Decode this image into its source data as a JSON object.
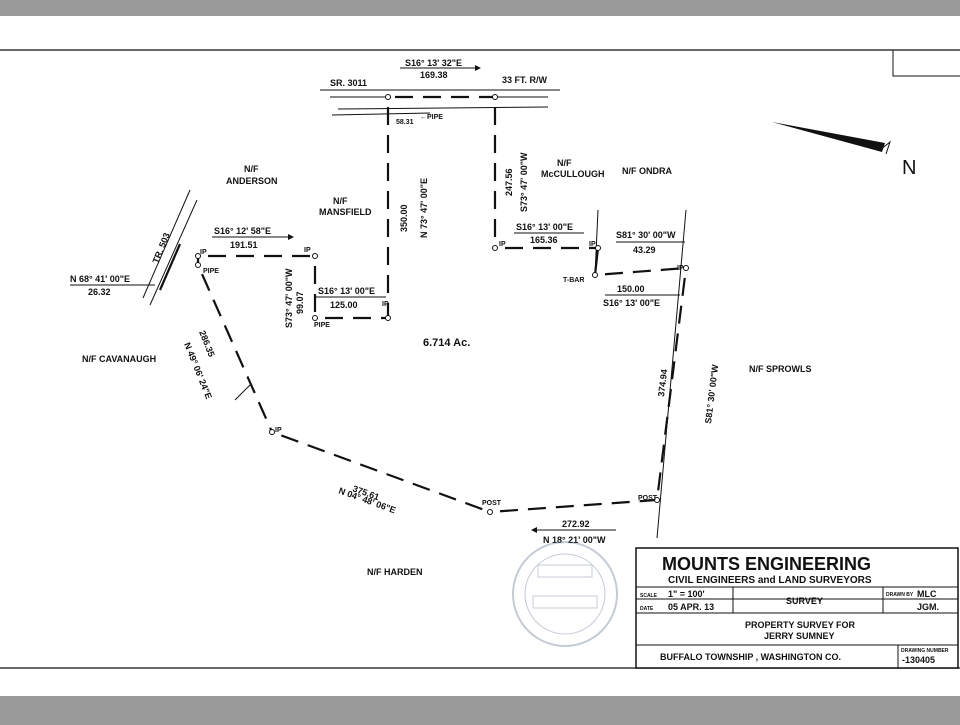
{
  "labels": {
    "road": "SR. 3011",
    "row": "33 FT. R/W",
    "tr": "TR. 503",
    "pipe_label": "PIPE",
    "ip": "IP",
    "tbar": "T-BAR",
    "post": "POST",
    "area": "6.714 Ac.",
    "pipe_arrow": "←PIPE",
    "small_dist": "58.31",
    "north": "N"
  },
  "neighbors": {
    "anderson_nf": "N/F",
    "anderson": "ANDERSON",
    "mansfield_nf": "N/F",
    "mansfield": "MANSFIELD",
    "mccullough_nf": "N/F",
    "mccullough": "McCULLOUGH",
    "ondra": "N/F ONDRA",
    "cavanaugh": "N/F CAVANAUGH",
    "sprowls": "N/F SPROWLS",
    "harden": "N/F HARDEN"
  },
  "courses": {
    "top_bearing": "S16° 13' 32\"E",
    "top_dist": "169.38",
    "left_top_bearing": "S16° 12' 58\"E",
    "left_top_dist": "191.51",
    "tr_bearing": "N 68° 41' 00\"E",
    "tr_dist": "26.32",
    "mansfield_v_bearing": "S73° 47' 00\"W",
    "mansfield_v_dist": "99.07",
    "mansfield_h_bearing": "S16° 13' 00\"E",
    "mansfield_h_dist": "125.00",
    "main_v_dist": "350.00",
    "main_v_bearing": "N 73° 47' 00\"E",
    "mcc_v_dist": "247.56",
    "mcc_v_bearing": "S73° 47' 00\"W",
    "mcc_h_bearing": "S16° 13' 00\"E",
    "mcc_h_dist": "165.36",
    "ondra_bearing": "S81° 30' 00\"W",
    "ondra_dist": "43.29",
    "tbar_dist": "150.00",
    "tbar_bearing": "S16° 13' 00\"E",
    "left_diag_dist": "286.35",
    "left_diag_bearing": "N 49° 06' 24\"E",
    "right_v_dist": "374.94",
    "right_v_bearing": "S81° 30' 00\"W",
    "bottom_left_dist": "375.61",
    "bottom_left_bearing": "N 04° 48' 06\"E",
    "bottom_right_dist": "272.92",
    "bottom_right_bearing": "N 18° 21' 00\"W"
  },
  "title_block": {
    "company": "MOUNTS ENGINEERING",
    "subtitle": "CIVIL ENGINEERS and LAND SURVEYORS",
    "scale_label": "SCALE",
    "scale": "1\" = 100'",
    "date_label": "DATE",
    "date": "05 APR. 13",
    "type": "SURVEY",
    "drawn_label": "DRAWN BY",
    "drawn": "MLC",
    "checked": "JGM.",
    "project1": "PROPERTY SURVEY FOR",
    "project2": "JERRY SUMNEY",
    "location": "BUFFALO TOWNSHIP , WASHINGTON CO.",
    "drawing_label": "DRAWING NUMBER",
    "drawing_number": "-130405"
  }
}
